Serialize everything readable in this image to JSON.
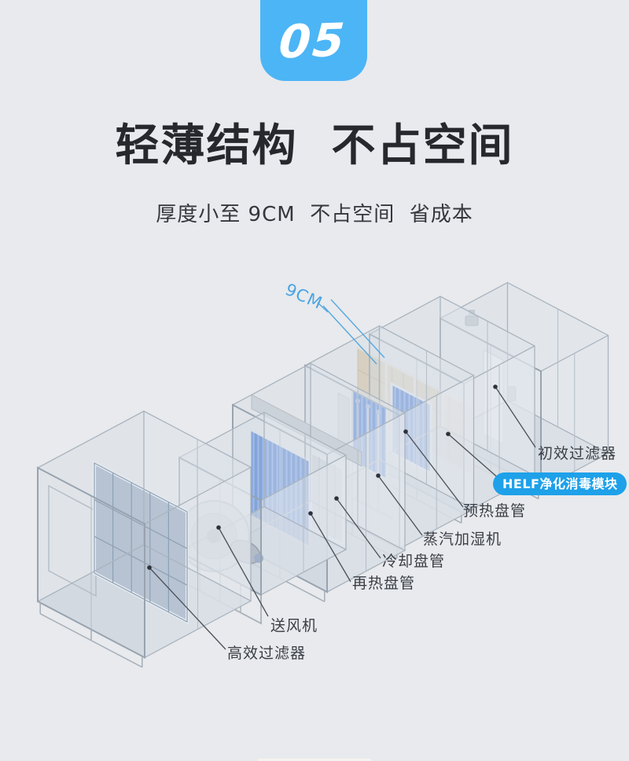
{
  "page": {
    "background": "#e8eaed"
  },
  "badge": {
    "number": "05",
    "color": "#4cb5f6"
  },
  "heading": {
    "title": "轻薄结构  不占空间",
    "subtitle": "厚度小至 9CM  不占空间  省成本"
  },
  "diagram": {
    "dimension_label": "9CM",
    "accent_color": "#1ea1e9",
    "dimension_color": "#4aa4e2",
    "coil_color": "#4f7fd3",
    "filter_tan_color": "#d9c9ab",
    "labels": [
      {
        "id": "primary-filter",
        "text": "初效过滤器"
      },
      {
        "id": "helf-module",
        "text": "HELF净化消毒模块"
      },
      {
        "id": "preheat-coil",
        "text": "预热盘管"
      },
      {
        "id": "steam-humidifier",
        "text": "蒸汽加湿机"
      },
      {
        "id": "cooling-coil",
        "text": "冷却盘管"
      },
      {
        "id": "reheat-coil",
        "text": "再热盘管"
      },
      {
        "id": "supply-fan",
        "text": "送风机"
      },
      {
        "id": "hepa-filter",
        "text": "高效过滤器"
      }
    ]
  }
}
